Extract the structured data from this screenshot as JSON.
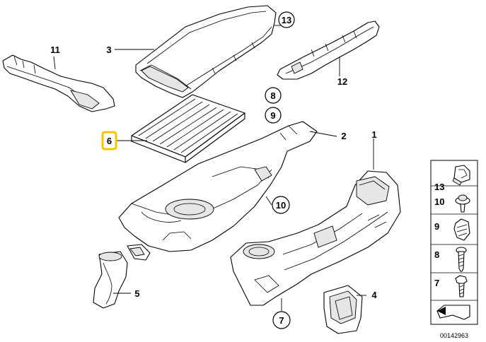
{
  "callouts": [
    {
      "id": "c1",
      "text": "1"
    },
    {
      "id": "c2",
      "text": "2"
    },
    {
      "id": "c3",
      "text": "3"
    },
    {
      "id": "c4",
      "text": "4"
    },
    {
      "id": "c5",
      "text": "5"
    },
    {
      "id": "c6",
      "text": "6"
    },
    {
      "id": "c7",
      "text": "7"
    },
    {
      "id": "c8",
      "text": "8"
    },
    {
      "id": "c9",
      "text": "9"
    },
    {
      "id": "c10",
      "text": "10"
    },
    {
      "id": "c11",
      "text": "11"
    },
    {
      "id": "c12",
      "text": "12"
    },
    {
      "id": "c13",
      "text": "13"
    }
  ],
  "highlight": {
    "text": "6",
    "color": "#f5c400"
  },
  "sidebar": {
    "items": [
      {
        "text": "13"
      },
      {
        "text": "10"
      },
      {
        "text": "9"
      },
      {
        "text": "8"
      },
      {
        "text": "7"
      }
    ]
  },
  "catalog_number": "00142963"
}
